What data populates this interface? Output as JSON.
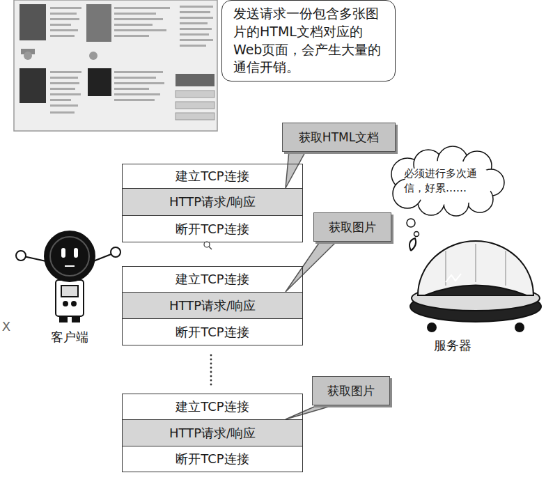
{
  "diagram": {
    "nodes": [
      {
        "text": [
          "发送请求一份包含多张图片的HTML文档对应的Web页面，会产生大量的通信开销。"
        ]
      },
      {
        "text": [
          "获取HTML文档"
        ]
      },
      {
        "text": [
          "建立TCP连接"
        ]
      },
      {
        "text": [
          "HTTP请求/响应"
        ]
      },
      {
        "text": [
          "断开TCP连接"
        ]
      },
      {
        "text": [
          "必须进行多次通信，好累……"
        ]
      },
      {
        "text": [
          "获取图片"
        ]
      },
      {
        "text": [
          "建立TCP连接"
        ]
      },
      {
        "text": [
          "HTTP请求/响应"
        ]
      },
      {
        "text": [
          "断开TCP连接"
        ]
      },
      {
        "text": [
          "获取图片"
        ]
      },
      {
        "text": [
          "建立TCP连接"
        ]
      },
      {
        "text": [
          "HTTP请求/响应"
        ]
      },
      {
        "text": [
          "断开TCP连接"
        ]
      }
    ],
    "edges": [
      {
        "from": 1,
        "to": 3,
        "arrow": "none"
      },
      {
        "from": 6,
        "to": 8,
        "arrow": "none"
      },
      {
        "from": 10,
        "to": 12,
        "arrow": "none"
      }
    ],
    "labels": [
      "客户端",
      "服务器",
      "X"
    ]
  }
}
